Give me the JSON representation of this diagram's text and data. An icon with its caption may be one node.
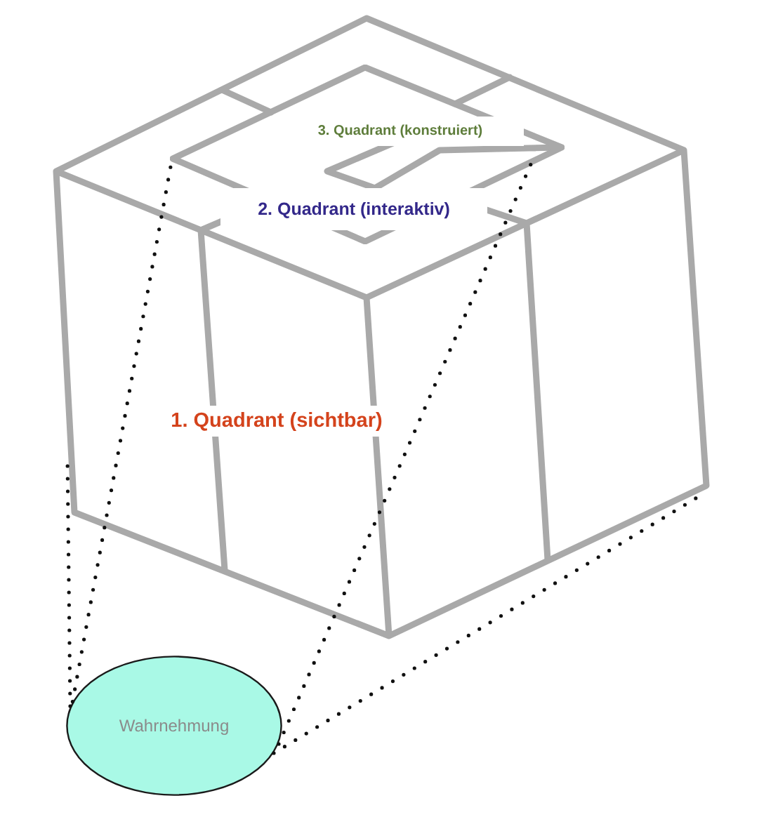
{
  "diagram": {
    "nodes": [
      {
        "text": [
          "1. Quadrant (sichtbar)"
        ]
      },
      {
        "text": [
          "2. Quadrant (interaktiv)"
        ],
        "in": 0
      },
      {
        "text": [
          "3. Quadrant (konstruiert)"
        ],
        "in": 1
      },
      {
        "text": [
          "Wahrnehmung"
        ]
      }
    ],
    "edges": [
      {
        "from": 3,
        "to": 0,
        "arrow": "none",
        "style": "dashed"
      },
      {
        "from": 3,
        "to": 1,
        "arrow": "none",
        "style": "dashed"
      },
      {
        "from": 3,
        "to": 1,
        "arrow": "none",
        "style": "dashed"
      },
      {
        "from": 3,
        "to": 0,
        "arrow": "none",
        "style": "dashed"
      }
    ]
  }
}
